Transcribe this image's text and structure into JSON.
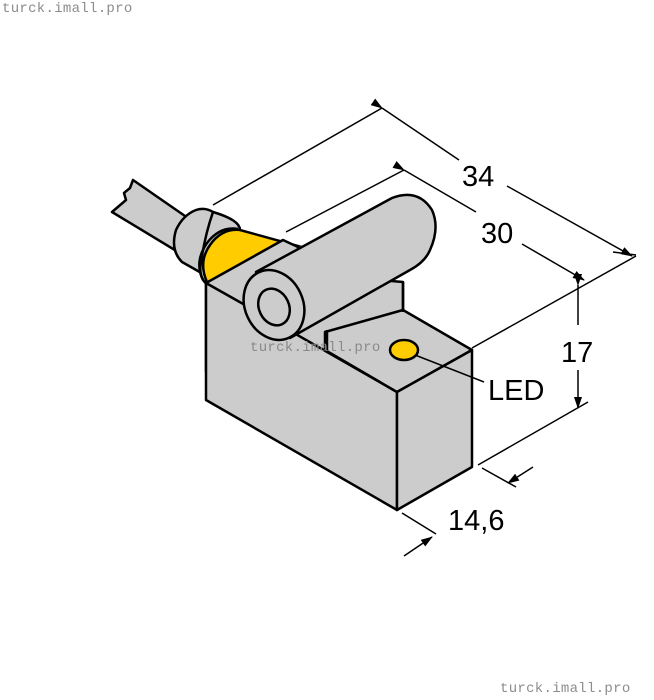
{
  "watermarks": {
    "top_left": "turck.imall.pro",
    "center": "turck.imall.pro",
    "bottom_right": "turck.imall.pro"
  },
  "drawing": {
    "subject": "Sensor housing with cable, cylindrical mount and LED",
    "colors": {
      "body_fill": "#cccccc",
      "outline": "#000000",
      "accent_yellow": "#ffcc00",
      "background": "#ffffff"
    },
    "dimensions": {
      "overall_length": "34",
      "body_length": "30",
      "height": "17",
      "width": "14,6"
    },
    "callouts": {
      "led": "LED"
    }
  }
}
